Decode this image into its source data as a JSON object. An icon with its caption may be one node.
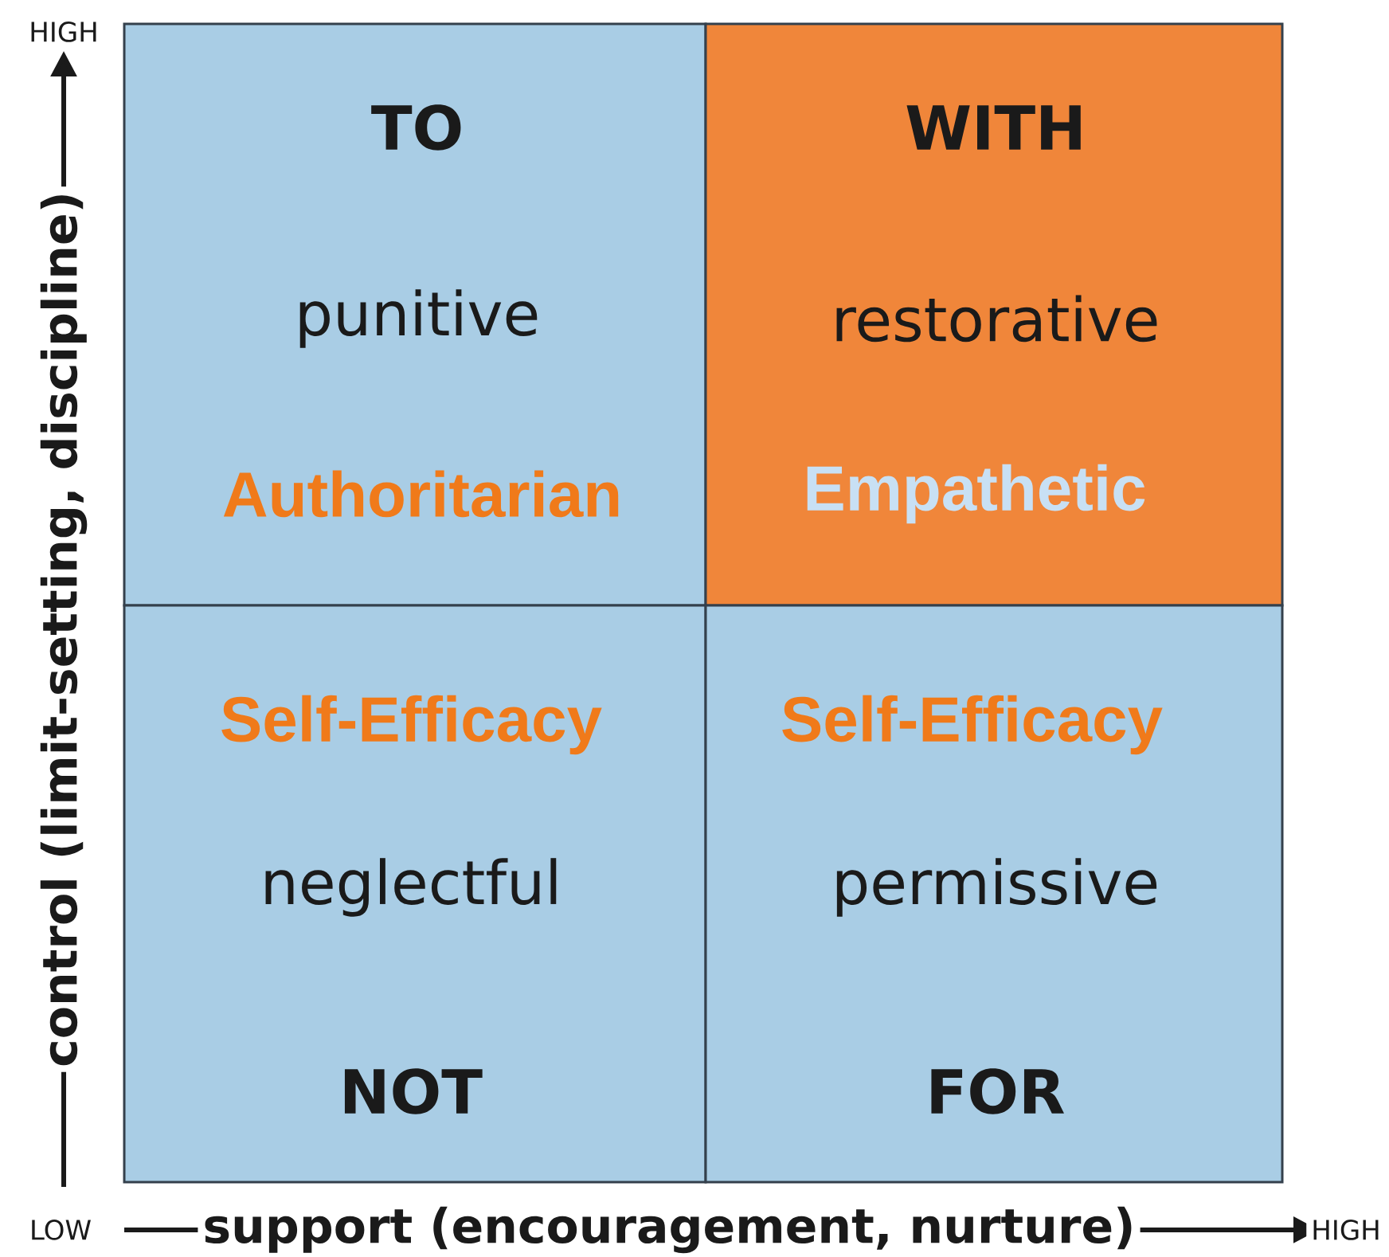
{
  "diagram": {
    "nodes": [
      {
        "text": [
          "TO",
          "punitive",
          "Authoritarian"
        ]
      },
      {
        "text": [
          "WITH",
          "restorative",
          "Empathetic"
        ]
      },
      {
        "text": [
          "Self-Efficacy",
          "neglectful",
          "NOT"
        ]
      },
      {
        "text": [
          "Self-Efficacy",
          "permissive",
          "FOR"
        ]
      }
    ],
    "labels": [
      "HIGH",
      "control (limit-setting, discipline)",
      "LOW",
      "support (encouragement, nurture)",
      "HIGH"
    ]
  }
}
